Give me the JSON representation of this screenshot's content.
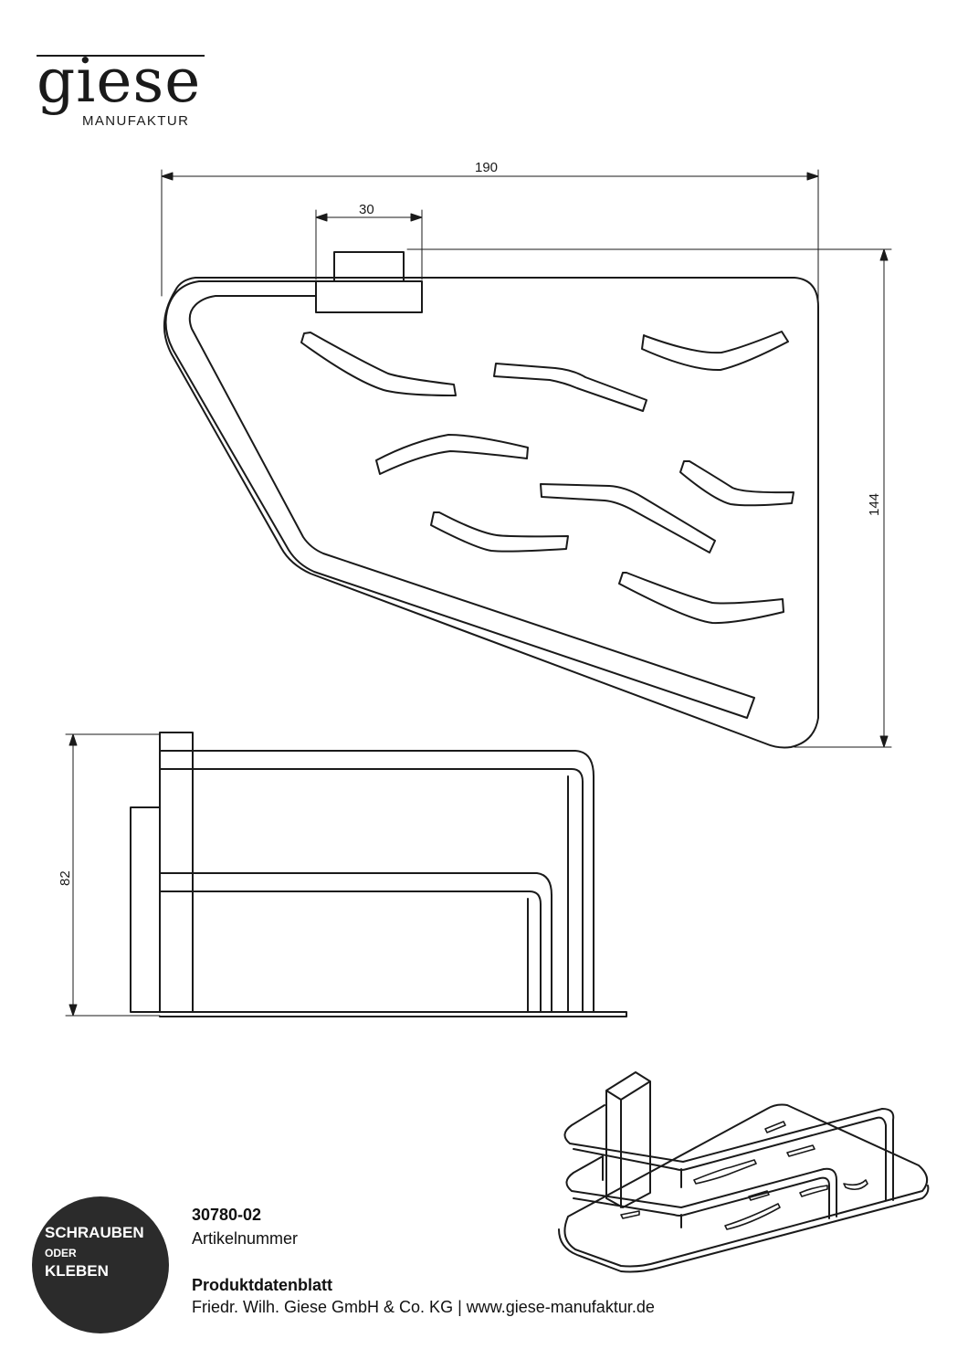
{
  "brand": {
    "name": "giese",
    "subtitle": "MANUFAKTUR"
  },
  "dimensions": {
    "width": "190",
    "mount_width": "30",
    "depth": "144",
    "height": "82"
  },
  "badge": {
    "line1": "SCHRAUBEN",
    "line2": "ODER",
    "line3": "KLEBEN"
  },
  "product": {
    "article_number": "30780-02",
    "article_label": "Artikelnummer",
    "sheet_title": "Produktdatenblatt",
    "company_line": "Friedr. Wilh. Giese GmbH & Co. KG | www.giese-manufaktur.de"
  }
}
